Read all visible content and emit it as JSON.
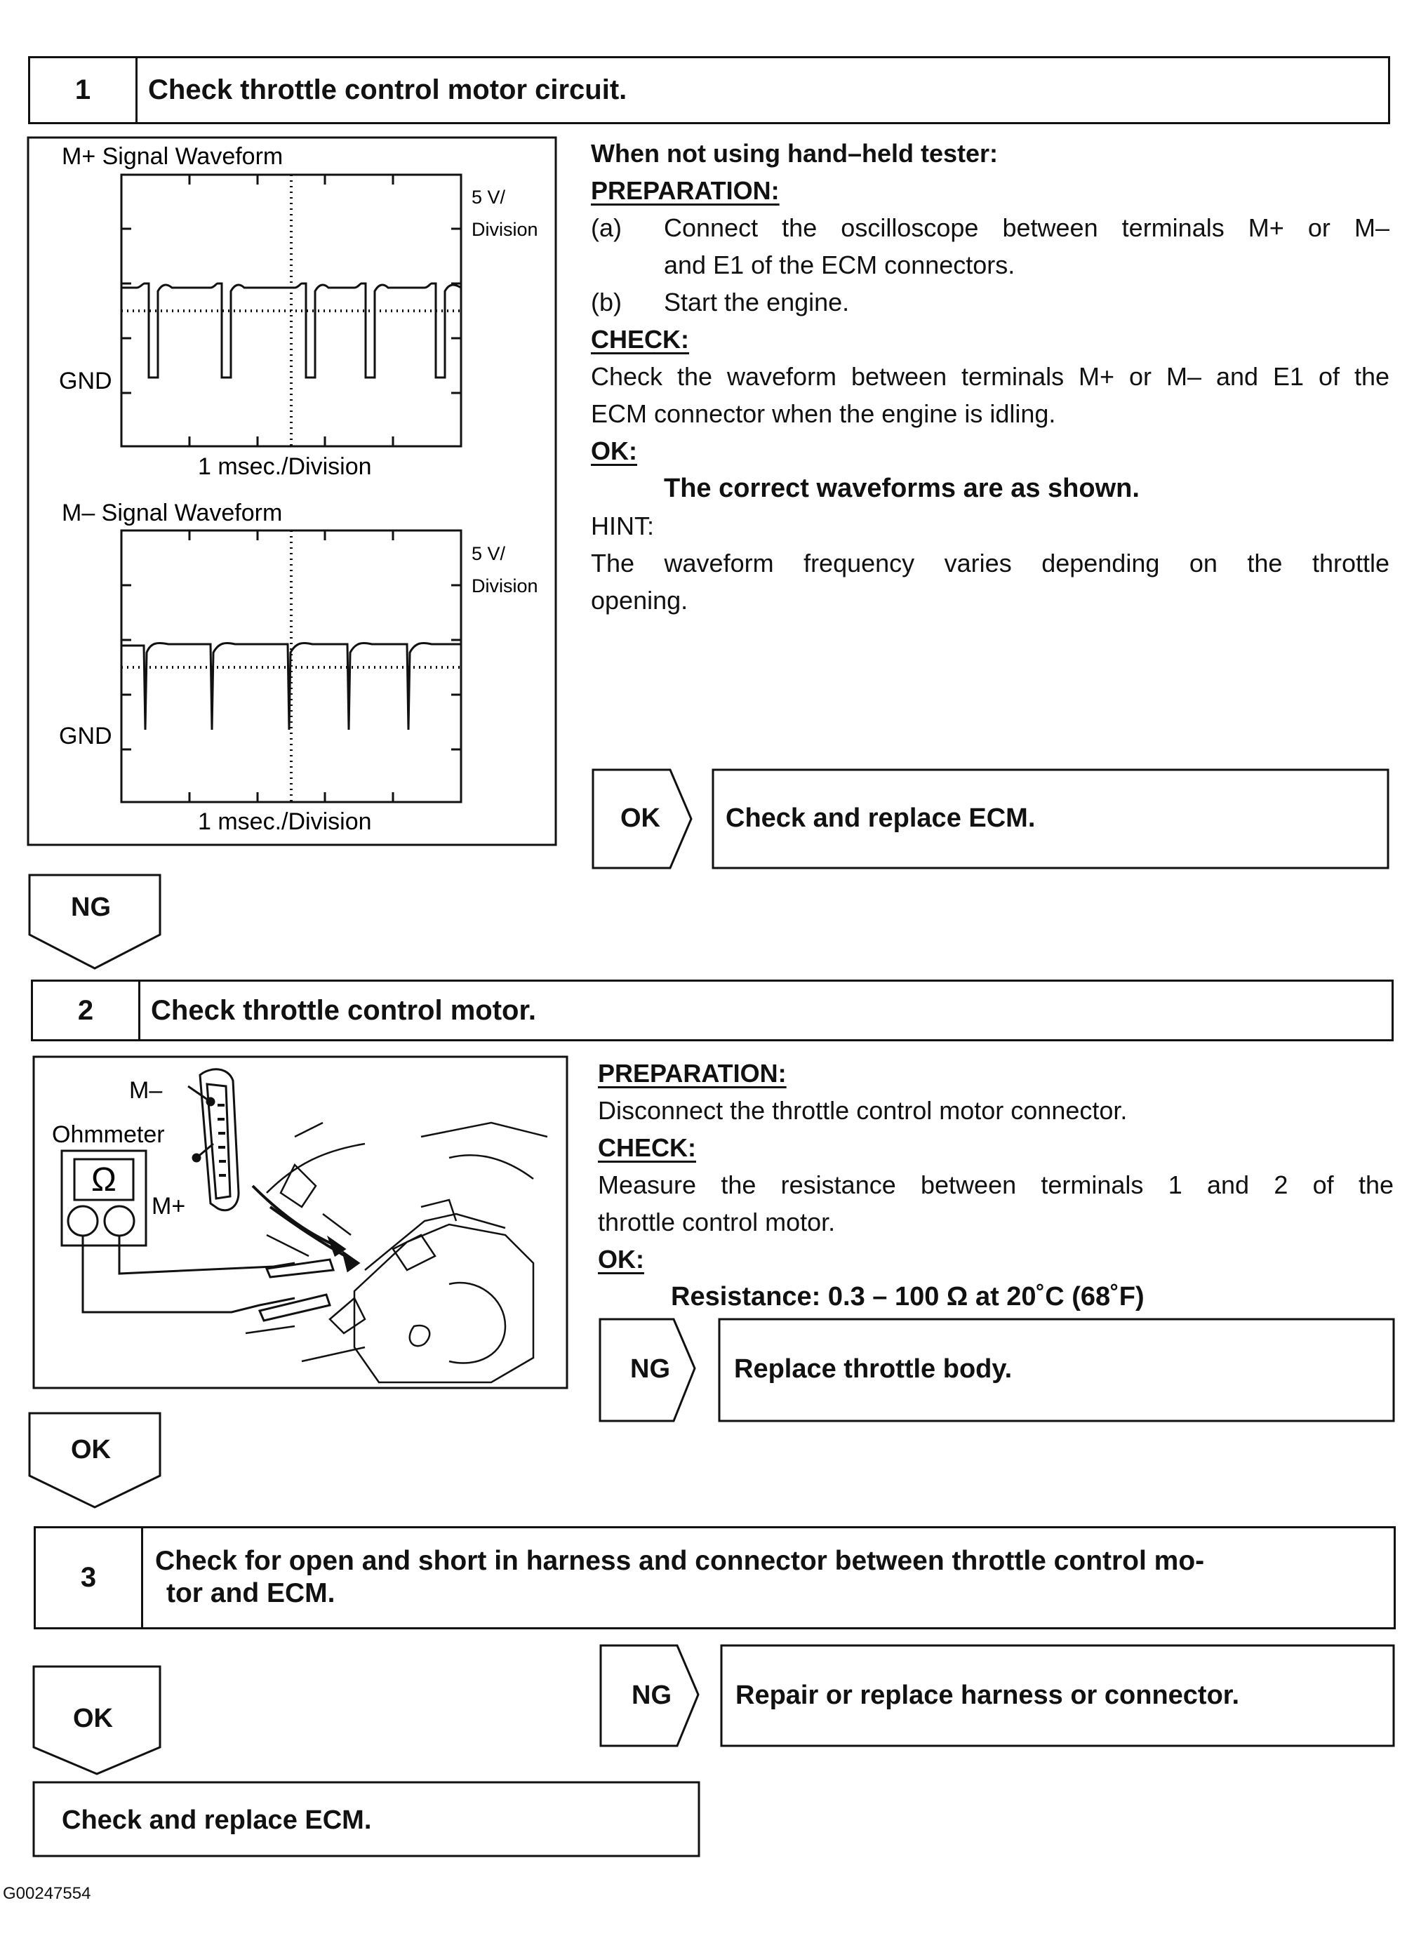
{
  "steps": [
    {
      "number": "1",
      "title": "Check throttle control motor circuit."
    },
    {
      "number": "2",
      "title": "Check throttle control motor."
    },
    {
      "number": "3",
      "title_line1": "Check for open and short in harness and connector between throttle control mo-",
      "title_line2": "tor and ECM."
    }
  ],
  "step1": {
    "figure": {
      "mplus_title": "M+ Signal Waveform",
      "mminus_title": "M– Signal Waveform",
      "volt_div_1": "5 V/",
      "volt_div_2": "Division",
      "gnd": "GND",
      "time_div": "1 msec./Division"
    },
    "heading": "When not using hand–held tester:",
    "preparation_label": "PREPARATION:",
    "prep_a_marker": "(a)",
    "prep_a_line1": "Connect the oscilloscope between terminals M+ or M–",
    "prep_a_line2": "and E1 of the ECM connectors.",
    "prep_b_marker": "(b)",
    "prep_b": "Start the engine.",
    "check_label": "CHECK:",
    "check_line1": "Check the waveform between terminals M+ or M– and E1 of the",
    "check_line2": "ECM connector when the engine is idling.",
    "ok_label": "OK:",
    "ok_text": "The correct waveforms are as shown.",
    "hint_label": "HINT:",
    "hint_line1": "The waveform frequency varies depending on the throttle",
    "hint_line2": "opening.",
    "result_tag": "OK",
    "result_text": "Check and replace ECM.",
    "flow_tag": "NG"
  },
  "step2": {
    "figure": {
      "m_minus": "M–",
      "ohmmeter": "Ohmmeter",
      "omega": "Ω",
      "m_plus": "M+"
    },
    "preparation_label": "PREPARATION:",
    "prep": "Disconnect the throttle control motor connector.",
    "check_label": "CHECK:",
    "check_line1": "Measure the resistance between terminals 1 and 2 of the",
    "check_line2": "throttle control motor.",
    "ok_label": "OK:",
    "ok_text": "Resistance: 0.3 – 100 Ω at 20˚C (68˚F)",
    "result_tag": "NG",
    "result_text": "Replace throttle body.",
    "flow_tag": "OK"
  },
  "step3": {
    "result_tag": "NG",
    "result_text": "Repair or replace harness or connector.",
    "flow_tag": "OK",
    "final_text": "Check and replace ECM."
  },
  "figure_id": "G00247554"
}
